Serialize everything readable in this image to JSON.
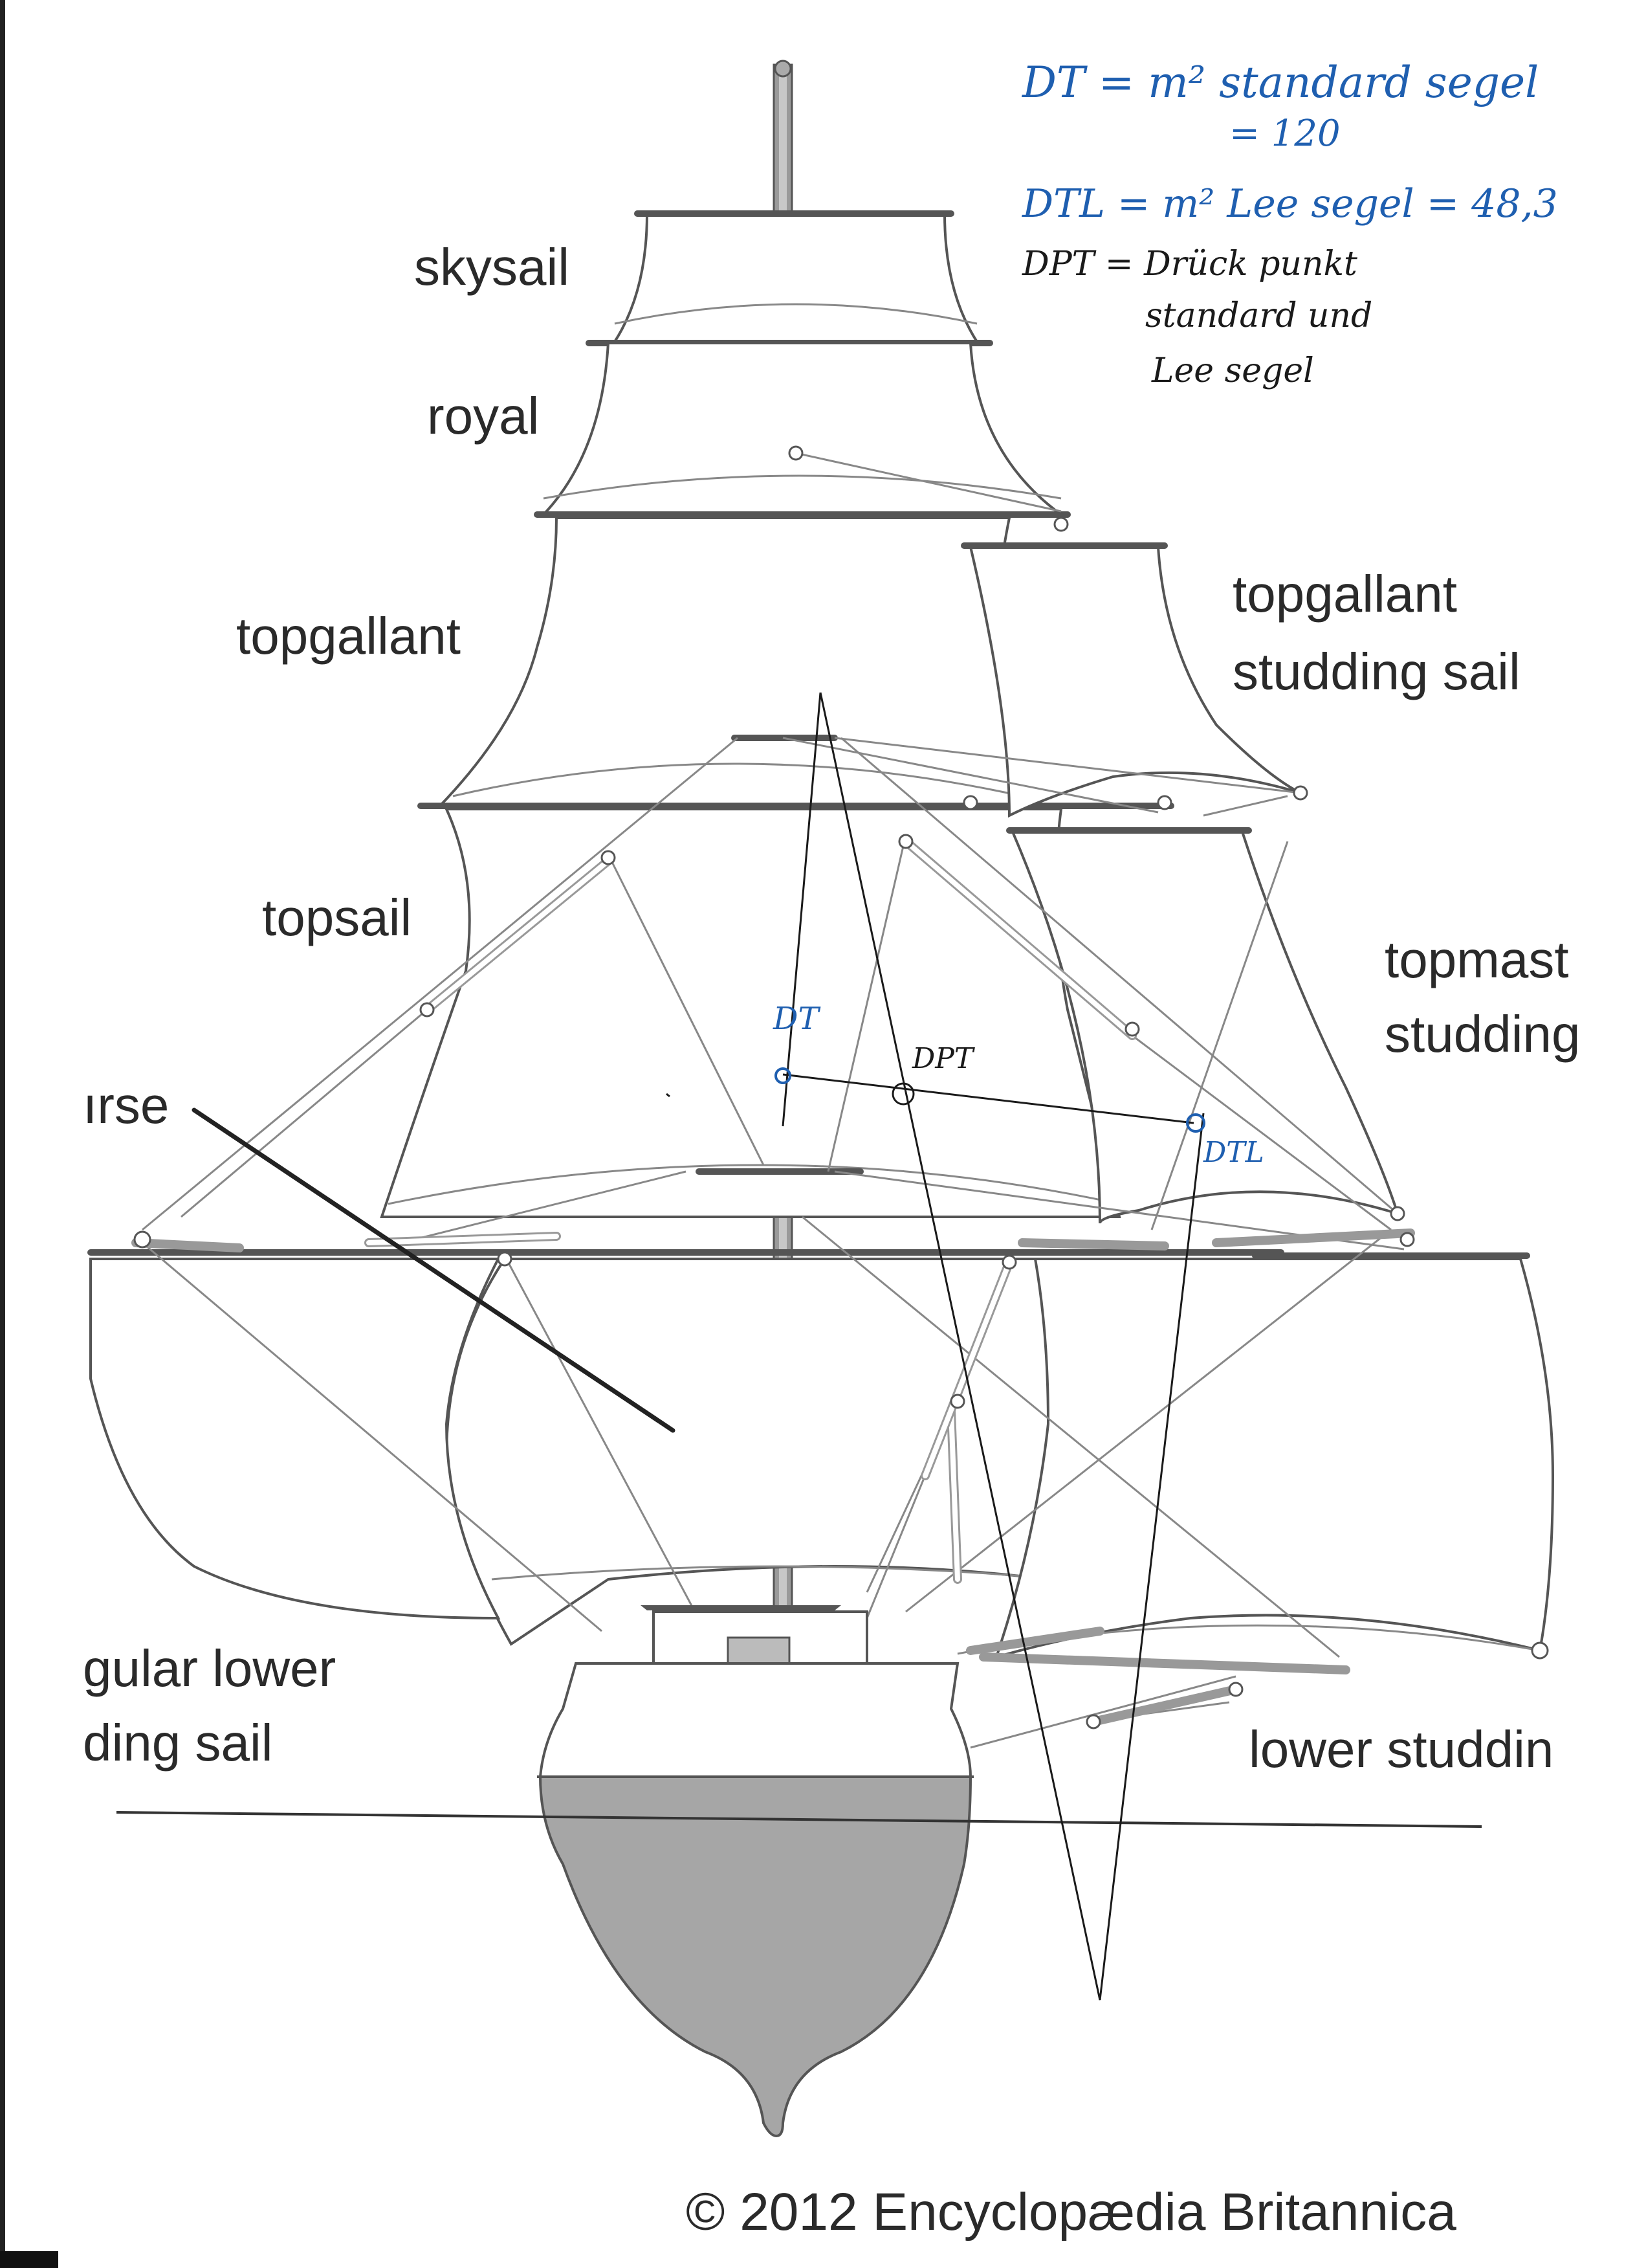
{
  "labels": {
    "skysail": "skysail",
    "royal": "royal",
    "topgallant": "topgallant",
    "topgallant_studding_line1": "topgallant",
    "topgallant_studding_line2": "studding sail",
    "topsail": "topsail",
    "topmast_line1": "topmast",
    "topmast_line2": "studding",
    "course_partial": "ırse",
    "lower_left_line1": "gular lower",
    "lower_left_line2": "ding sail",
    "lower_right": "lower studdin"
  },
  "annotations": {
    "dt_line1": "DT = m² standard segel",
    "dt_line2": "= 120",
    "dtl_line": "DTL = m² Lee segel = 48,3",
    "dpt_line1": "DPT = Drück punkt",
    "dpt_line2": "standard und",
    "dpt_line3": "Lee segel",
    "marker_dt": "DT",
    "marker_dpt": "DPT",
    "marker_dtl": "DTL"
  },
  "credit": "© 2012 Encyclopædia Britannica",
  "colors": {
    "ink_blue": "#1f5fb0",
    "hull_underwater": "#a6a6a6",
    "rigging": "#888888"
  }
}
